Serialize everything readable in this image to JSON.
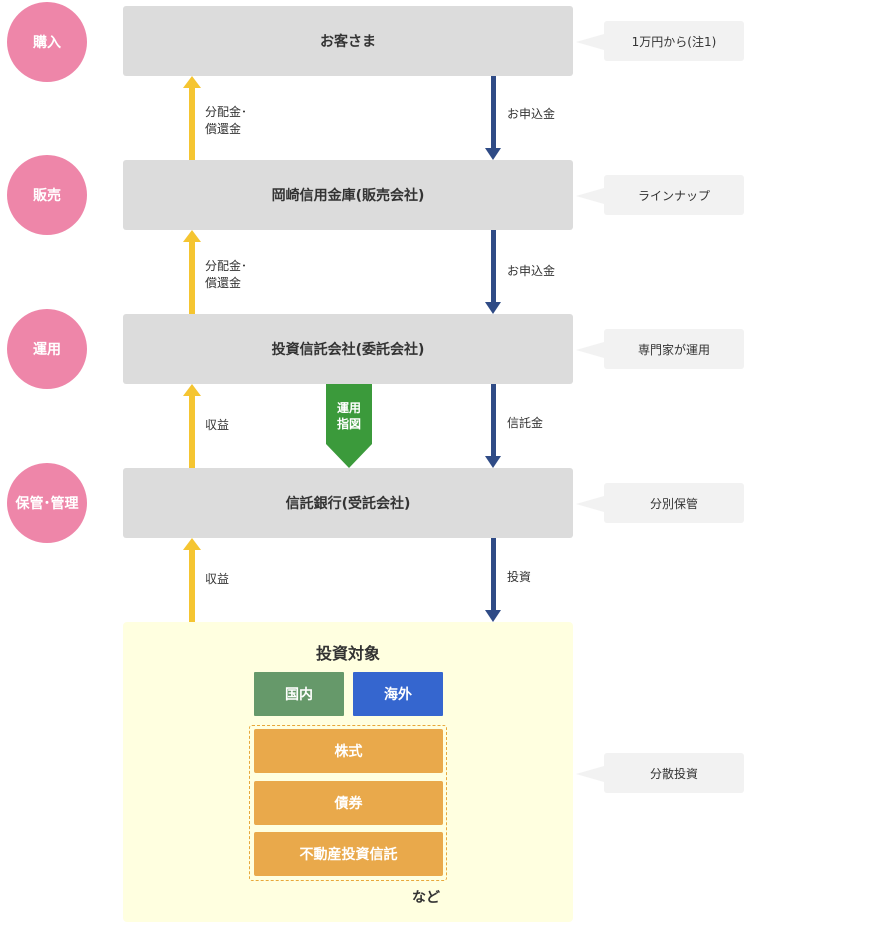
{
  "stages": [
    {
      "circle": "購入",
      "box": "お客さま",
      "note": "1万円から(注1)"
    },
    {
      "circle": "販売",
      "box": "岡崎信用金庫(販売会社)",
      "note": "ラインナップ"
    },
    {
      "circle": "運用",
      "box": "投資信託会社(委託会社)",
      "note": "専門家が運用"
    },
    {
      "circle": "保管･管理",
      "box": "信託銀行(受託会社)",
      "note": "分別保管"
    }
  ],
  "flows": {
    "up": [
      {
        "line1": "分配金･",
        "line2": "償還金"
      },
      {
        "line1": "分配金･",
        "line2": "償還金"
      },
      {
        "line1": "収益",
        "line2": ""
      },
      {
        "line1": "収益",
        "line2": ""
      }
    ],
    "down": [
      "お申込金",
      "お申込金",
      "信託金",
      "投資"
    ],
    "instruction": {
      "line1": "運用",
      "line2": "指図"
    }
  },
  "investment": {
    "title": "投資対象",
    "domestic": "国内",
    "overseas": "海外",
    "domestic_color": "#66996a",
    "overseas_color": "#3566cf",
    "assets": [
      "株式",
      "債券",
      "不動産投資信託"
    ],
    "etc": "など",
    "note": "分散投資"
  },
  "colors": {
    "circle": "#ee86a9",
    "up_arrow": "#f5c531",
    "down_arrow": "#2f4b86",
    "instruction_arrow": "#3b9a3b",
    "asset_box": "#e9a94b"
  }
}
